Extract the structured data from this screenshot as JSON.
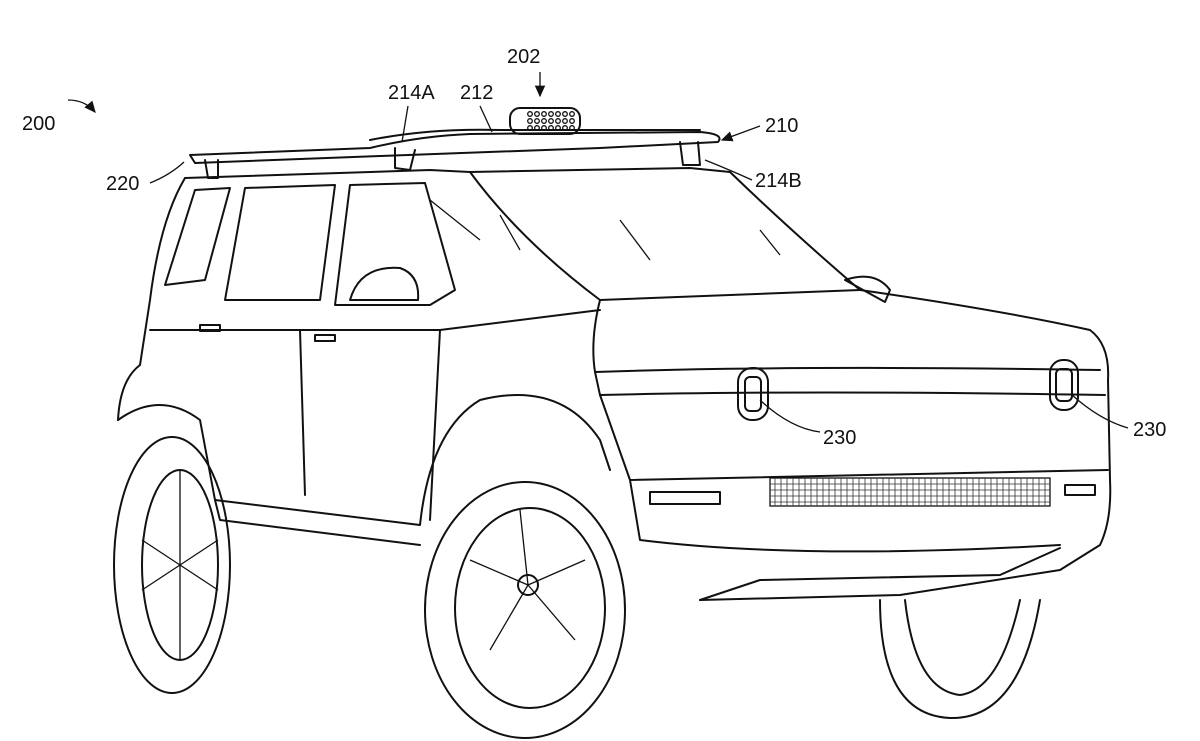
{
  "figure": {
    "labels": {
      "vehicle": "200",
      "light_bar": "202",
      "mount_a": "214A",
      "rack_bar": "212",
      "roof_rack": "210",
      "rack_rear": "220",
      "mount_b": "214B",
      "headlight_left": "230",
      "headlight_right": "230"
    }
  }
}
